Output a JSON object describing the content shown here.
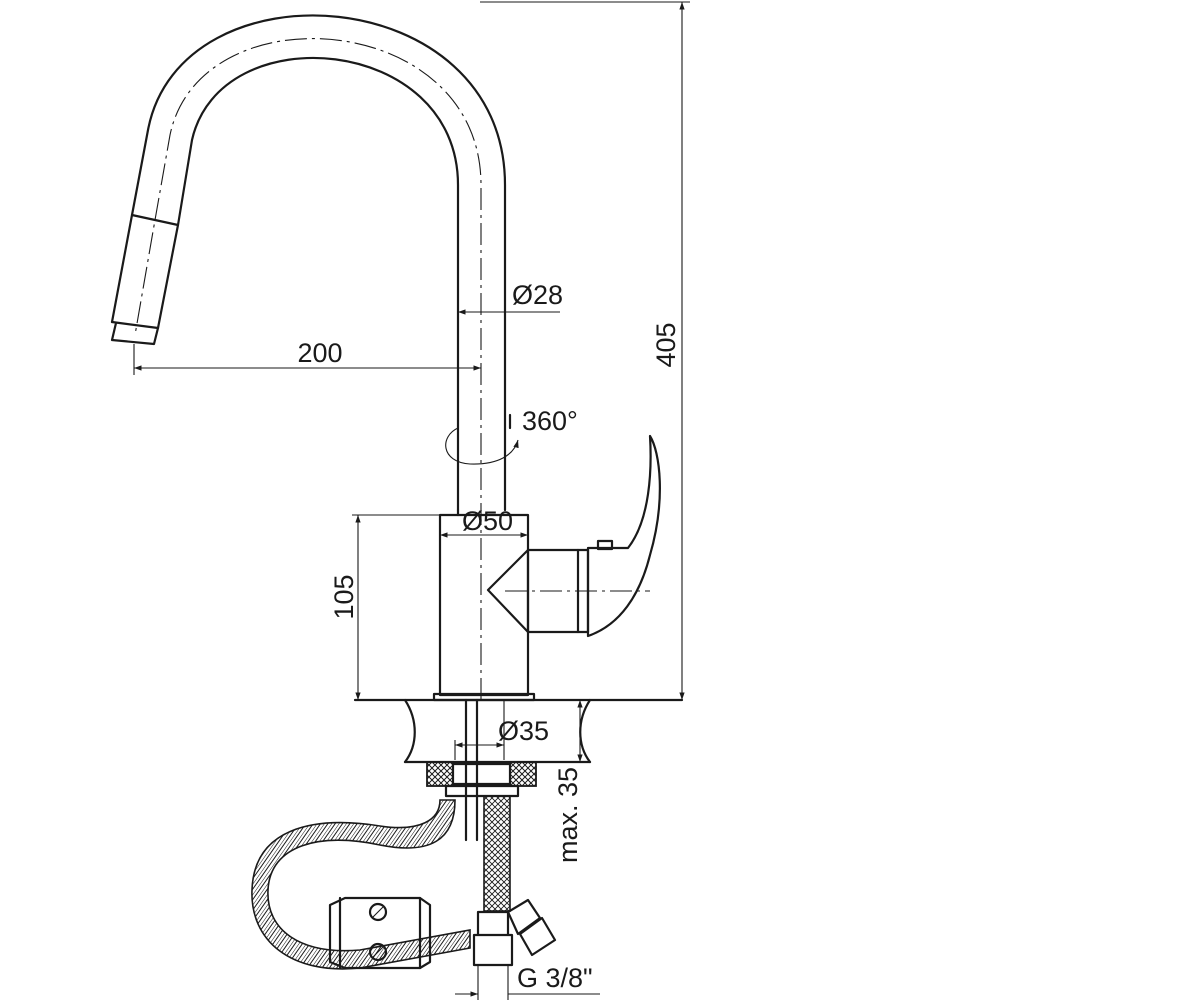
{
  "drawing": {
    "dimensions": {
      "spout_diameter": "Ø28",
      "spout_reach": "200",
      "total_height": "405",
      "rotation": "360°",
      "body_diameter": "Ø50",
      "body_height": "105",
      "mount_hole_diameter": "Ø35",
      "max_counter_thickness": "max. 35",
      "connection_thread": "G 3/8\""
    },
    "colors": {
      "line": "#1a1a1a",
      "background": "#ffffff"
    }
  }
}
